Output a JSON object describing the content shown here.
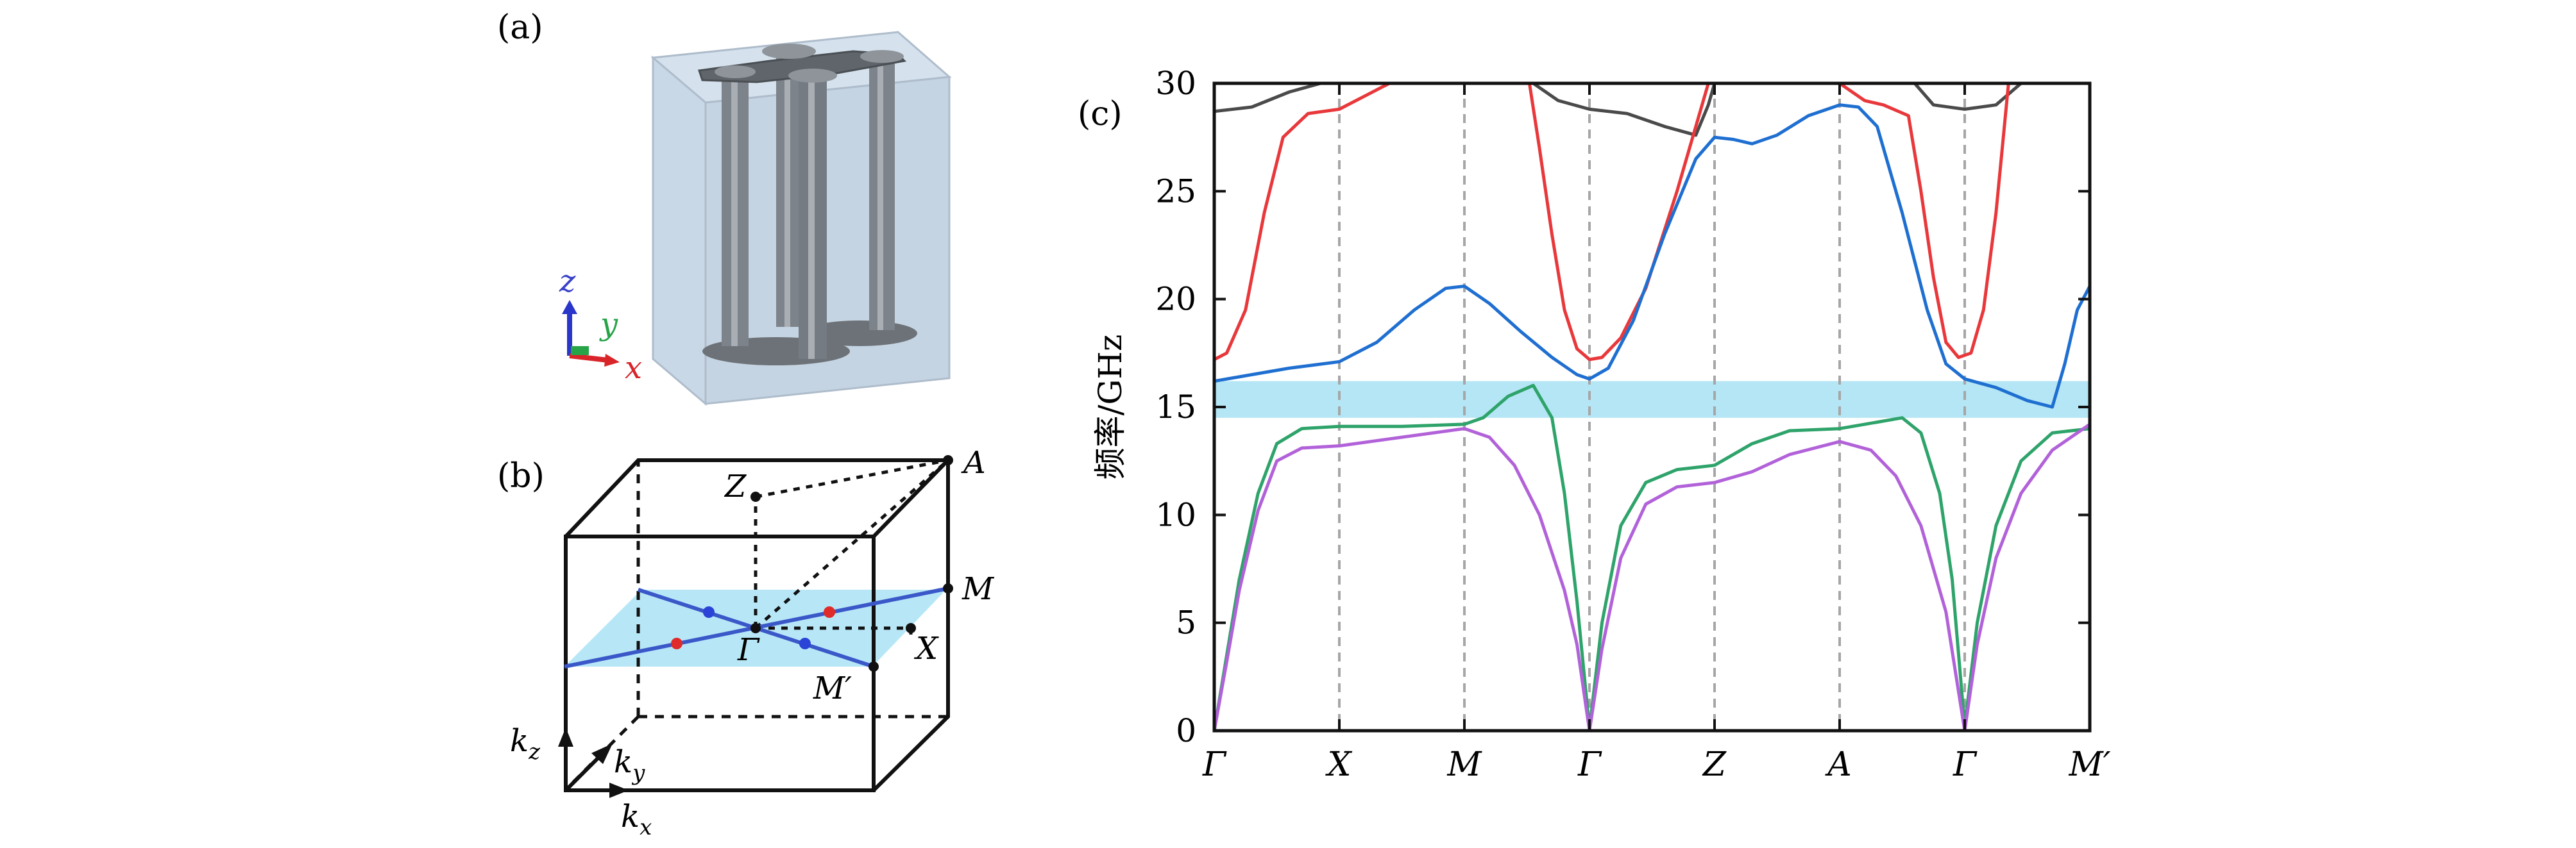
{
  "panels": {
    "a": {
      "label": "(a)",
      "axes": {
        "x": "x",
        "y": "y",
        "z": "z"
      }
    },
    "b": {
      "label": "(b)",
      "points": {
        "Z": "Z",
        "A": "A",
        "M": "M",
        "X": "X",
        "Gamma": "Γ",
        "Mprime": "M′"
      },
      "axes": {
        "kx": "k",
        "kx_sub": "x",
        "ky": "k",
        "ky_sub": "y",
        "kz": "k",
        "kz_sub": "z"
      }
    },
    "c": {
      "label": "(c)"
    }
  },
  "colors": {
    "series_dark": "#4a4a4a",
    "series_red": "#e8383b",
    "series_blue": "#1f6fd1",
    "series_green": "#2ea36a",
    "series_purple": "#b262d9",
    "band_gap": "#b5e6f5",
    "plane": "#b7e7f7",
    "rod": "#7a7f85",
    "box": "#c8d6e3"
  },
  "chart_data": {
    "type": "line",
    "ylabel": "频率/GHz",
    "xlabel": "",
    "ylim": [
      0,
      30
    ],
    "yticks": [
      0,
      5,
      10,
      15,
      20,
      25,
      30
    ],
    "xticks": [
      "Γ",
      "X",
      "M",
      "Γ",
      "Z",
      "A",
      "Γ",
      "M′"
    ],
    "grid": "dashed vertical lines at high-symmetry points",
    "band_gap": [
      14.5,
      16.2
    ],
    "series": [
      {
        "color": "dark",
        "segments": [
          [
            [
              0,
              28.7
            ],
            [
              0.3,
              28.9
            ],
            [
              0.6,
              29.6
            ],
            [
              0.85,
              30
            ]
          ],
          [
            [
              2.55,
              30
            ],
            [
              2.75,
              29.2
            ],
            [
              3,
              28.8
            ],
            [
              3.3,
              28.6
            ],
            [
              3.6,
              28.0
            ],
            [
              3.85,
              27.6
            ],
            [
              3.95,
              29.0
            ],
            [
              4.0,
              30
            ]
          ],
          [
            [
              5.6,
              30
            ],
            [
              5.75,
              29.0
            ],
            [
              6,
              28.8
            ],
            [
              6.25,
              29.0
            ],
            [
              6.45,
              30
            ]
          ]
        ]
      },
      {
        "color": "red",
        "segments": [
          [
            [
              0,
              17.2
            ],
            [
              0.1,
              17.5
            ],
            [
              0.25,
              19.5
            ],
            [
              0.4,
              24.0
            ],
            [
              0.55,
              27.5
            ],
            [
              0.75,
              28.6
            ],
            [
              1.0,
              28.8
            ],
            [
              1.2,
              29.4
            ],
            [
              1.4,
              30
            ]
          ],
          [
            [
              2.52,
              30
            ],
            [
              2.6,
              27
            ],
            [
              2.7,
              23
            ],
            [
              2.8,
              19.5
            ],
            [
              2.9,
              17.7
            ],
            [
              3.0,
              17.2
            ],
            [
              3.1,
              17.3
            ],
            [
              3.25,
              18.2
            ],
            [
              3.45,
              20.5
            ],
            [
              3.7,
              25.0
            ],
            [
              3.95,
              30
            ]
          ],
          [
            [
              5.0,
              30
            ],
            [
              5.2,
              29.2
            ],
            [
              5.35,
              29.0
            ],
            [
              5.55,
              28.5
            ],
            [
              5.65,
              25.0
            ],
            [
              5.75,
              21.0
            ],
            [
              5.85,
              18.0
            ],
            [
              5.95,
              17.3
            ],
            [
              6.05,
              17.5
            ],
            [
              6.15,
              19.5
            ],
            [
              6.25,
              24.0
            ],
            [
              6.35,
              30
            ]
          ]
        ]
      },
      {
        "color": "blue",
        "segments": [
          [
            [
              0,
              16.2
            ],
            [
              0.3,
              16.5
            ],
            [
              0.6,
              16.8
            ],
            [
              1.0,
              17.1
            ],
            [
              1.3,
              18.0
            ],
            [
              1.6,
              19.5
            ],
            [
              1.85,
              20.5
            ],
            [
              2.0,
              20.6
            ],
            [
              2.2,
              19.8
            ],
            [
              2.45,
              18.5
            ],
            [
              2.7,
              17.3
            ],
            [
              2.9,
              16.5
            ],
            [
              3.0,
              16.3
            ],
            [
              3.15,
              16.8
            ],
            [
              3.35,
              19.0
            ],
            [
              3.6,
              23.0
            ],
            [
              3.85,
              26.5
            ],
            [
              4.0,
              27.5
            ],
            [
              4.15,
              27.4
            ],
            [
              4.3,
              27.2
            ],
            [
              4.5,
              27.6
            ],
            [
              4.75,
              28.5
            ],
            [
              5.0,
              29.0
            ],
            [
              5.15,
              28.9
            ],
            [
              5.3,
              28.0
            ],
            [
              5.5,
              24.0
            ],
            [
              5.7,
              19.5
            ],
            [
              5.85,
              17.0
            ],
            [
              6.0,
              16.3
            ],
            [
              6.25,
              15.9
            ],
            [
              6.5,
              15.3
            ],
            [
              6.7,
              15.0
            ],
            [
              6.8,
              17.0
            ],
            [
              6.9,
              19.5
            ],
            [
              7.0,
              20.6
            ]
          ]
        ]
      },
      {
        "color": "green",
        "segments": [
          [
            [
              0,
              0
            ],
            [
              0.1,
              3.5
            ],
            [
              0.2,
              7.0
            ],
            [
              0.35,
              11.0
            ],
            [
              0.5,
              13.3
            ],
            [
              0.7,
              14.0
            ],
            [
              1.0,
              14.1
            ],
            [
              1.5,
              14.1
            ],
            [
              2.0,
              14.2
            ],
            [
              2.15,
              14.5
            ],
            [
              2.35,
              15.5
            ],
            [
              2.55,
              16.0
            ],
            [
              2.7,
              14.5
            ],
            [
              2.8,
              11.0
            ],
            [
              2.9,
              6.0
            ],
            [
              3.0,
              0.1
            ],
            [
              3.1,
              5.0
            ],
            [
              3.25,
              9.5
            ],
            [
              3.45,
              11.5
            ],
            [
              3.7,
              12.1
            ],
            [
              4.0,
              12.3
            ],
            [
              4.3,
              13.3
            ],
            [
              4.6,
              13.9
            ],
            [
              5.0,
              14.0
            ],
            [
              5.3,
              14.3
            ],
            [
              5.5,
              14.5
            ],
            [
              5.65,
              13.8
            ],
            [
              5.8,
              11.0
            ],
            [
              5.9,
              7.0
            ],
            [
              6.0,
              0.2
            ],
            [
              6.1,
              5.0
            ],
            [
              6.25,
              9.5
            ],
            [
              6.45,
              12.5
            ],
            [
              6.7,
              13.8
            ],
            [
              7.0,
              14.0
            ]
          ]
        ]
      },
      {
        "color": "purple",
        "segments": [
          [
            [
              0,
              0
            ],
            [
              0.1,
              3.2
            ],
            [
              0.2,
              6.5
            ],
            [
              0.35,
              10.2
            ],
            [
              0.5,
              12.5
            ],
            [
              0.7,
              13.1
            ],
            [
              1.0,
              13.2
            ],
            [
              1.5,
              13.6
            ],
            [
              2.0,
              14.0
            ],
            [
              2.2,
              13.6
            ],
            [
              2.4,
              12.3
            ],
            [
              2.6,
              10.0
            ],
            [
              2.8,
              6.5
            ],
            [
              2.9,
              4.0
            ],
            [
              3.0,
              0
            ],
            [
              3.1,
              3.8
            ],
            [
              3.25,
              8.0
            ],
            [
              3.45,
              10.5
            ],
            [
              3.7,
              11.3
            ],
            [
              4.0,
              11.5
            ],
            [
              4.3,
              12.0
            ],
            [
              4.6,
              12.8
            ],
            [
              5.0,
              13.4
            ],
            [
              5.25,
              13.0
            ],
            [
              5.45,
              11.8
            ],
            [
              5.65,
              9.5
            ],
            [
              5.85,
              5.5
            ],
            [
              6.0,
              0
            ],
            [
              6.1,
              4.0
            ],
            [
              6.25,
              8.0
            ],
            [
              6.45,
              11.0
            ],
            [
              6.7,
              13.0
            ],
            [
              7.0,
              14.2
            ]
          ]
        ]
      }
    ]
  }
}
